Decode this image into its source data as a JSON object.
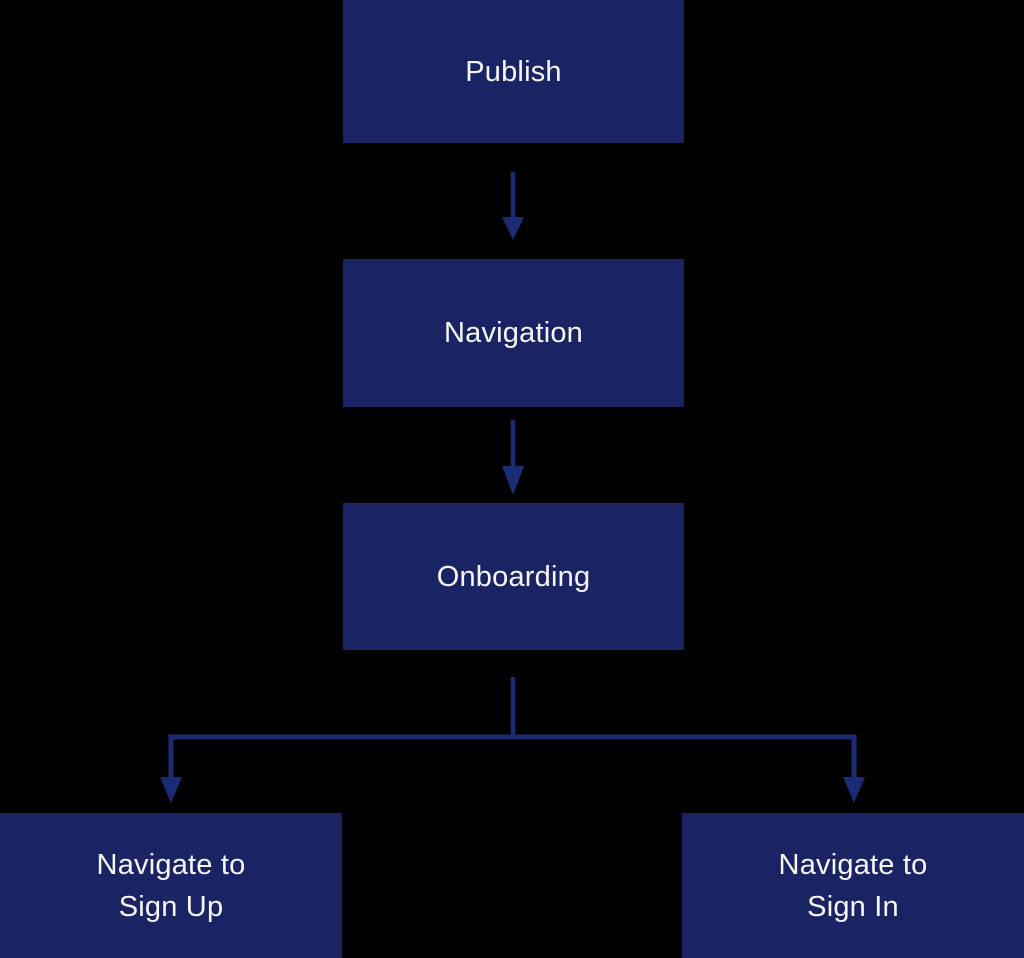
{
  "flowchart": {
    "description": "User flow diagram",
    "nodes": {
      "publish": {
        "label": "Publish"
      },
      "navigation": {
        "label": "Navigation"
      },
      "onboarding": {
        "label": "Onboarding"
      },
      "navigate_sign_up": {
        "label": "Navigate to\nSign Up"
      },
      "navigate_sign_in": {
        "label": "Navigate to\nSign In"
      }
    },
    "edges": [
      {
        "from": "publish",
        "to": "navigation"
      },
      {
        "from": "navigation",
        "to": "onboarding"
      },
      {
        "from": "onboarding",
        "to": "navigate_sign_up"
      },
      {
        "from": "onboarding",
        "to": "navigate_sign_in"
      }
    ]
  },
  "colors": {
    "background": "#000000",
    "node_fill": "#1a2364",
    "connector": "#1c2c74",
    "text": "#f7f7fa"
  }
}
